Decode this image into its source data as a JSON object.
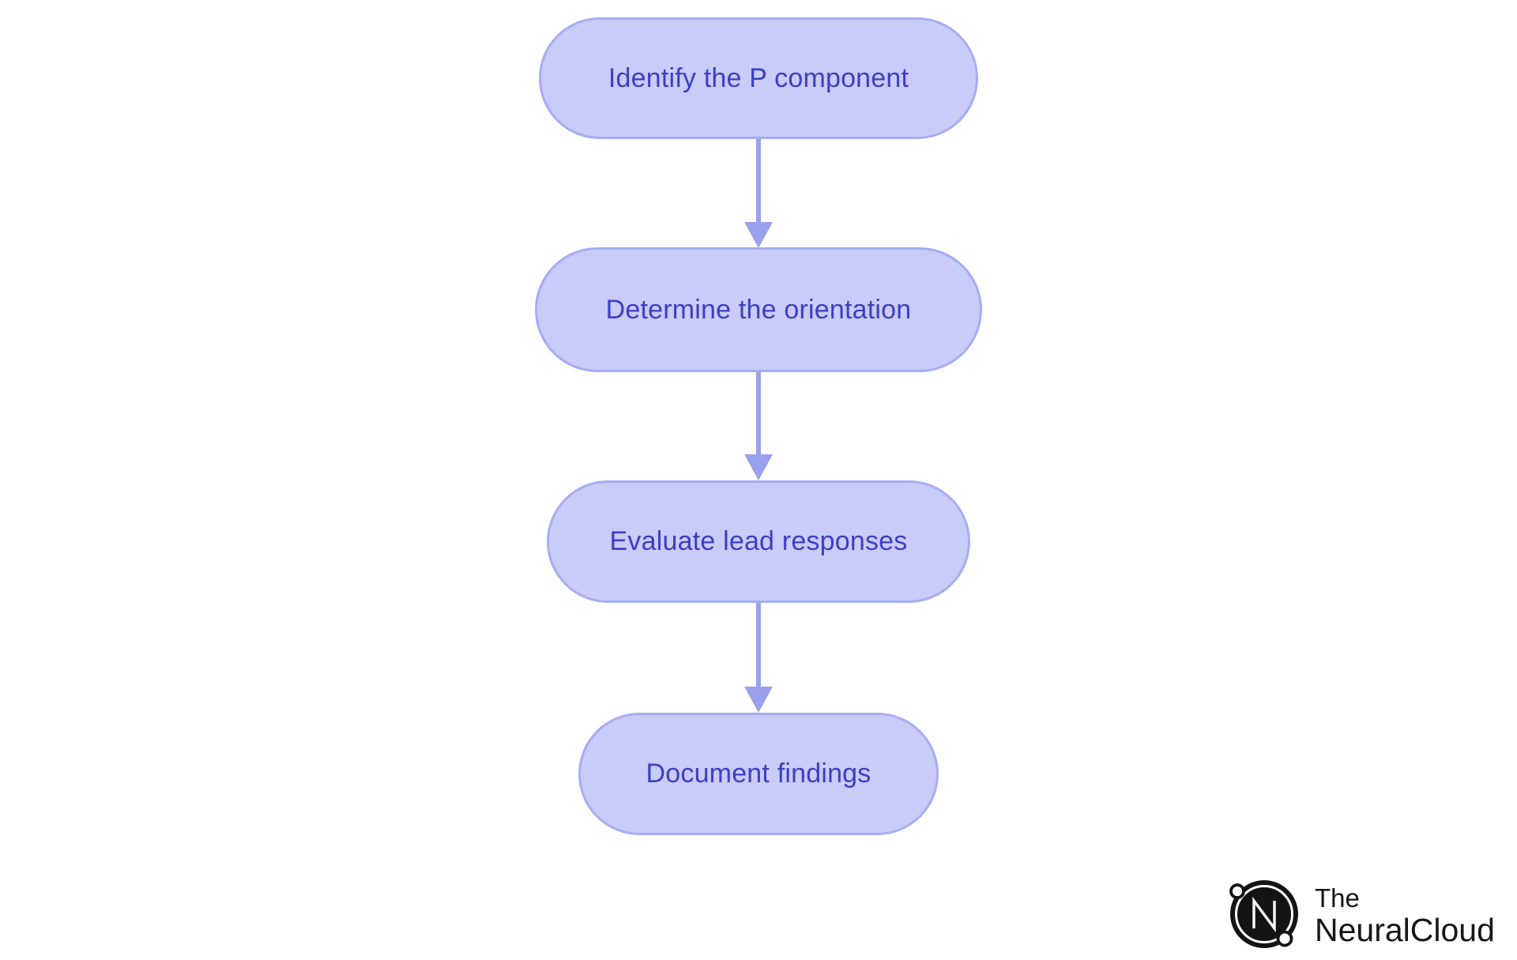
{
  "flowchart": {
    "nodes": [
      {
        "label": "Identify the P component"
      },
      {
        "label": "Determine the orientation"
      },
      {
        "label": "Evaluate lead responses"
      },
      {
        "label": "Document findings"
      }
    ],
    "connections": [
      {
        "from": 0,
        "to": 1
      },
      {
        "from": 1,
        "to": 2
      },
      {
        "from": 2,
        "to": 3
      }
    ]
  },
  "brand": {
    "line1": "The",
    "line2": "NeuralCloud"
  },
  "colors": {
    "node_fill": "#c9cbf8",
    "node_border": "#a6adf3",
    "node_text": "#3b40c3",
    "arrow": "#99a1ed",
    "logo": "#161616"
  }
}
